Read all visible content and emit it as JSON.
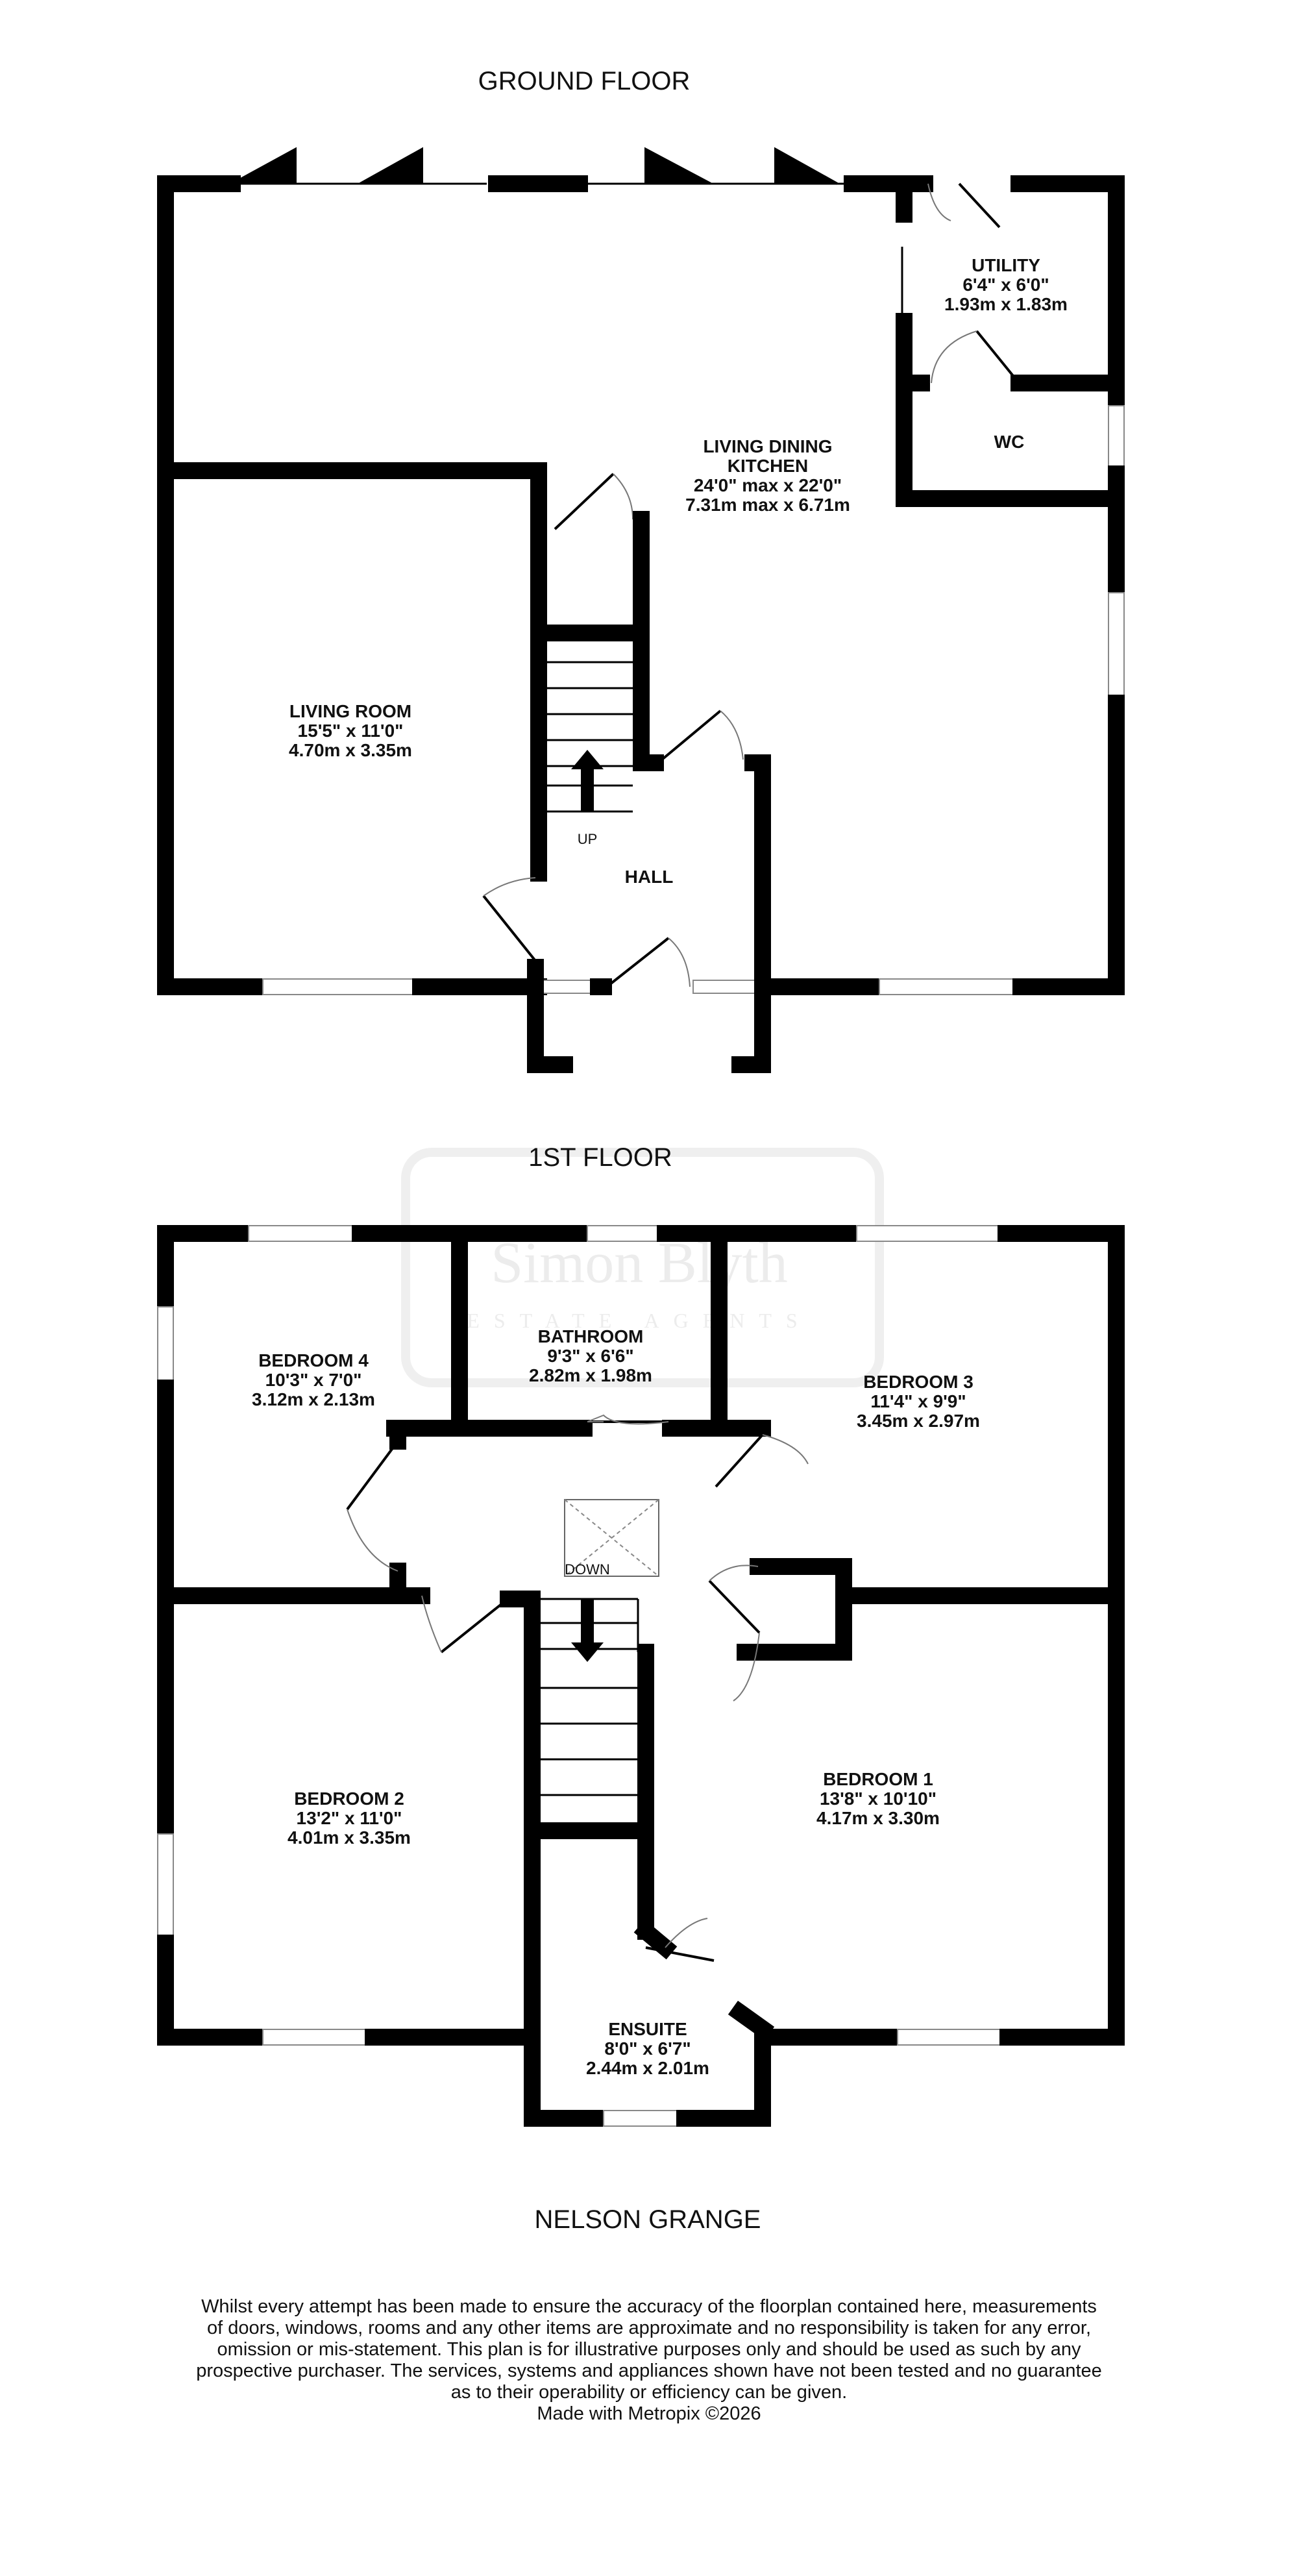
{
  "ground_floor": {
    "title": "GROUND FLOOR",
    "rooms": {
      "utility": {
        "name": "UTILITY",
        "imperial": "6'4\"  x 6'0\"",
        "metric": "1.93m  x 1.83m"
      },
      "wc": {
        "name": "WC"
      },
      "living_dining_kitchen": {
        "name_line1": "LIVING DINING",
        "name_line2": "KITCHEN",
        "imperial": "24'0\" max x 22'0\"",
        "metric": "7.31m max x 6.71m"
      },
      "living_room": {
        "name": "LIVING ROOM",
        "imperial": "15'5\"  x 11'0\"",
        "metric": "4.70m  x 3.35m"
      },
      "hall": {
        "name": "HALL"
      }
    },
    "stairs_label": "UP"
  },
  "first_floor": {
    "title": "1ST FLOOR",
    "rooms": {
      "bedroom4": {
        "name": "BEDROOM 4",
        "imperial": "10'3\"  x 7'0\"",
        "metric": "3.12m  x 2.13m"
      },
      "bathroom": {
        "name": "BATHROOM",
        "imperial": "9'3\"  x 6'6\"",
        "metric": "2.82m  x 1.98m"
      },
      "bedroom3": {
        "name": "BEDROOM 3",
        "imperial": "11'4\"  x 9'9\"",
        "metric": "3.45m  x 2.97m"
      },
      "bedroom2": {
        "name": "BEDROOM 2",
        "imperial": "13'2\"  x 11'0\"",
        "metric": "4.01m  x 3.35m"
      },
      "bedroom1": {
        "name": "BEDROOM 1",
        "imperial": "13'8\"  x 10'10\"",
        "metric": "4.17m  x 3.30m"
      },
      "ensuite": {
        "name": "ENSUITE",
        "imperial": "8'0\"  x 6'7\"",
        "metric": "2.44m  x 2.01m"
      }
    },
    "stairs_label": "DOWN"
  },
  "watermark": {
    "line1": "Simon Blyth",
    "line2": "ESTATE AGENTS"
  },
  "property_name": "NELSON GRANGE",
  "disclaimer": [
    "Whilst every attempt has been made to ensure the accuracy of the floorplan contained here, measurements",
    "of doors, windows, rooms and any other items are approximate and no responsibility is taken for any error,",
    "omission or mis-statement. This plan is for illustrative purposes only and should be used as such by any",
    "prospective purchaser. The services, systems and appliances shown have not been tested and no guarantee",
    "as to their operability or efficiency can be given.",
    "Made with Metropix ©2026"
  ]
}
